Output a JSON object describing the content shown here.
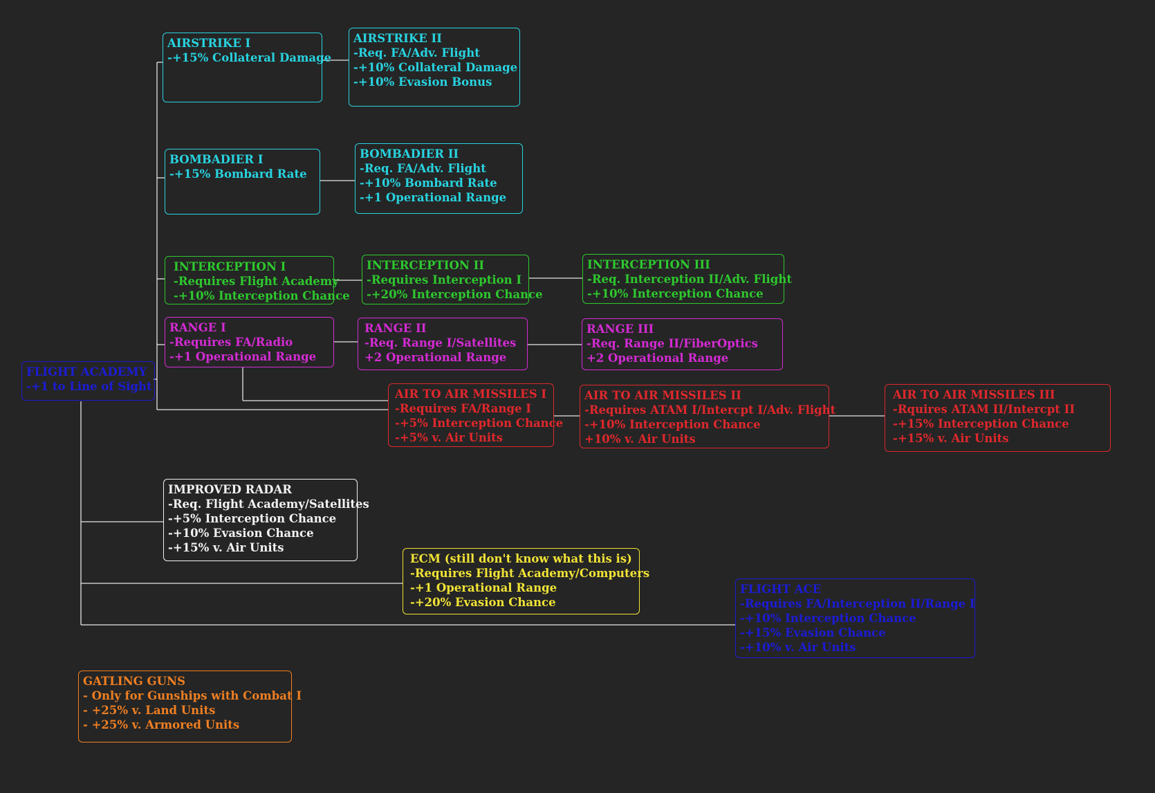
{
  "colors": {
    "cyan": "#28d3e0",
    "green": "#2ec92e",
    "magenta": "#d42bd4",
    "red": "#e0282c",
    "blue": "#1c1cd6",
    "white": "#f2f2f2",
    "yellow": "#f2e436",
    "orange": "#ef7f22",
    "connector": "#e6e6e6",
    "background": "#252525"
  },
  "nodes": {
    "flight_academy": {
      "title": "FLIGHT ACADEMY",
      "lines": [
        "-+1 to Line of Sight"
      ]
    },
    "airstrike_1": {
      "title": "AIRSTRIKE I",
      "lines": [
        "-+15% Collateral Damage"
      ]
    },
    "airstrike_2": {
      "title": "AIRSTRIKE II",
      "lines": [
        "-Req. FA/Adv. Flight",
        "-+10% Collateral Damage",
        "-+10% Evasion Bonus"
      ]
    },
    "bombadier_1": {
      "title": "BOMBADIER I",
      "lines": [
        "-+15% Bombard Rate"
      ]
    },
    "bombadier_2": {
      "title": "BOMBADIER II",
      "lines": [
        "-Req. FA/Adv. Flight",
        "-+10% Bombard Rate",
        "-+1 Operational Range"
      ]
    },
    "interception_1": {
      "title": "INTERCEPTION I",
      "lines": [
        "-Requires Flight Academy",
        "-+10% Interception Chance"
      ]
    },
    "interception_2": {
      "title": "INTERCEPTION II",
      "lines": [
        "-Requires Interception I",
        "-+20% Interception Chance"
      ]
    },
    "interception_3": {
      "title": "INTERCEPTION III",
      "lines": [
        "-Req. Interception II/Adv. Flight",
        "-+10% Interception Chance"
      ]
    },
    "range_1": {
      "title": "RANGE I",
      "lines": [
        "-Requires FA/Radio",
        "-+1 Operational Range"
      ]
    },
    "range_2": {
      "title": "RANGE II",
      "lines": [
        "-Req. Range I/Satellites",
        "+2 Operational Range"
      ]
    },
    "range_3": {
      "title": "RANGE III",
      "lines": [
        "-Req. Range II/FiberOptics",
        "+2 Operational Range"
      ]
    },
    "atam_1": {
      "title": "AIR TO AIR MISSILES I",
      "lines": [
        "-Requires FA/Range I",
        "-+5% Interception Chance",
        "-+5% v. Air Units"
      ]
    },
    "atam_2": {
      "title": "AIR TO AIR MISSILES II",
      "lines": [
        "-Requires ATAM I/Intercpt I/Adv. Flight",
        "-+10% Interception Chance",
        "+10% v. Air Units"
      ]
    },
    "atam_3": {
      "title": "AIR TO AIR MISSILES III",
      "lines": [
        "-Rquires ATAM II/Intercpt II",
        "-+15% Interception Chance",
        "-+15% v. Air Units"
      ]
    },
    "improved_radar": {
      "title": "IMPROVED RADAR",
      "lines": [
        "-Req. Flight Academy/Satellites",
        "-+5% Interception Chance",
        "-+10% Evasion Chance",
        "-+15% v. Air Units"
      ]
    },
    "ecm": {
      "title": "ECM (still don't know what this is)",
      "lines": [
        "-Requires Flight Academy/Computers",
        "-+1 Operational Range",
        "-+20% Evasion Chance"
      ]
    },
    "flight_ace": {
      "title": "FLIGHT ACE",
      "lines": [
        "-Requires FA/Interception II/Range I",
        "-+10% Interception Chance",
        "-+15% Evasion Chance",
        "-+10% v. Air Units"
      ]
    },
    "gatling_guns": {
      "title": "GATLING GUNS",
      "lines": [
        "- Only for Gunships with Combat I",
        "- +25% v. Land Units",
        "- +25% v. Armored Units"
      ]
    }
  }
}
